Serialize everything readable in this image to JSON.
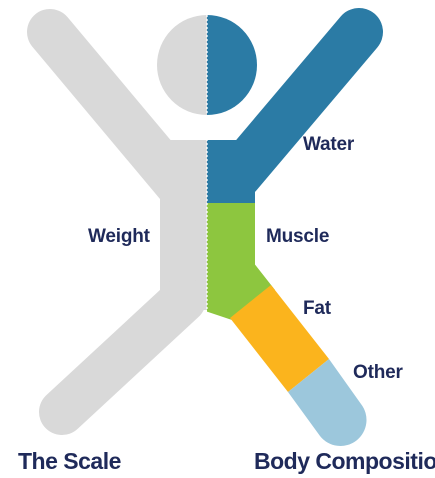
{
  "labels": {
    "water": "Water",
    "weight": "Weight",
    "muscle": "Muscle",
    "fat": "Fat",
    "other": "Other"
  },
  "captions": {
    "left": "The Scale",
    "right": "Body Composition"
  },
  "colors": {
    "scale_gray": "#d9d9d9",
    "water": "#2b7ba5",
    "muscle": "#8dc63f",
    "fat": "#fbb41d",
    "other": "#9cc7dc",
    "text": "#1f2a5a"
  }
}
